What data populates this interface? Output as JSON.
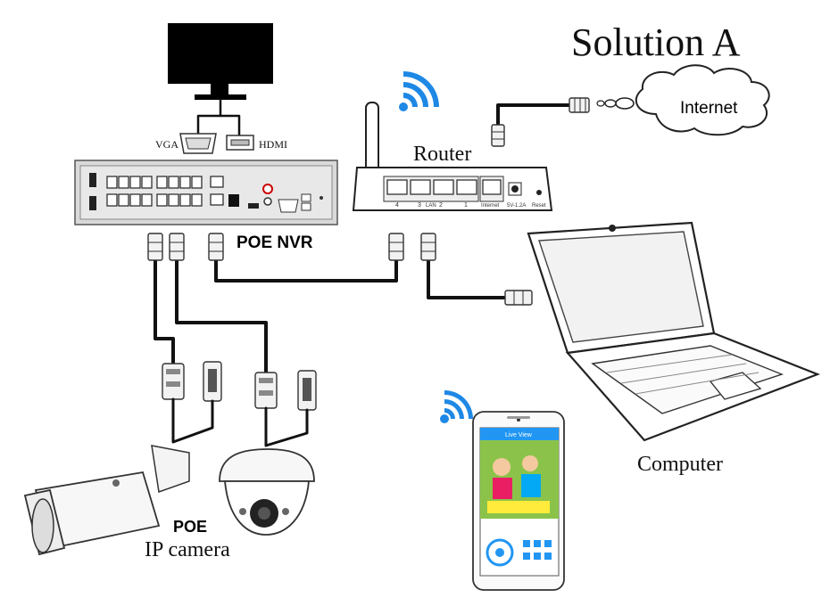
{
  "title": "Solution A",
  "labels": {
    "internet": "Internet",
    "router": "Router",
    "nvr": "POE NVR",
    "vga": "VGA",
    "hdmi": "HDMI",
    "computer": "Computer",
    "camera_line1": "POE",
    "camera_line2": "IP camera",
    "router_ports": [
      "4",
      "3",
      "LAN",
      "2",
      "1",
      "Internet",
      "5V-1.2A",
      "Reset"
    ],
    "phone_header": "Live View"
  },
  "icons": [
    "wifi-icon",
    "monitor-icon",
    "cloud-icon",
    "laptop-icon",
    "smartphone-icon",
    "bullet-camera-icon",
    "dome-camera-icon"
  ],
  "colors": {
    "wifi": "#1e88e5",
    "phone_ui": "#2196f3",
    "cable": "#111111"
  }
}
